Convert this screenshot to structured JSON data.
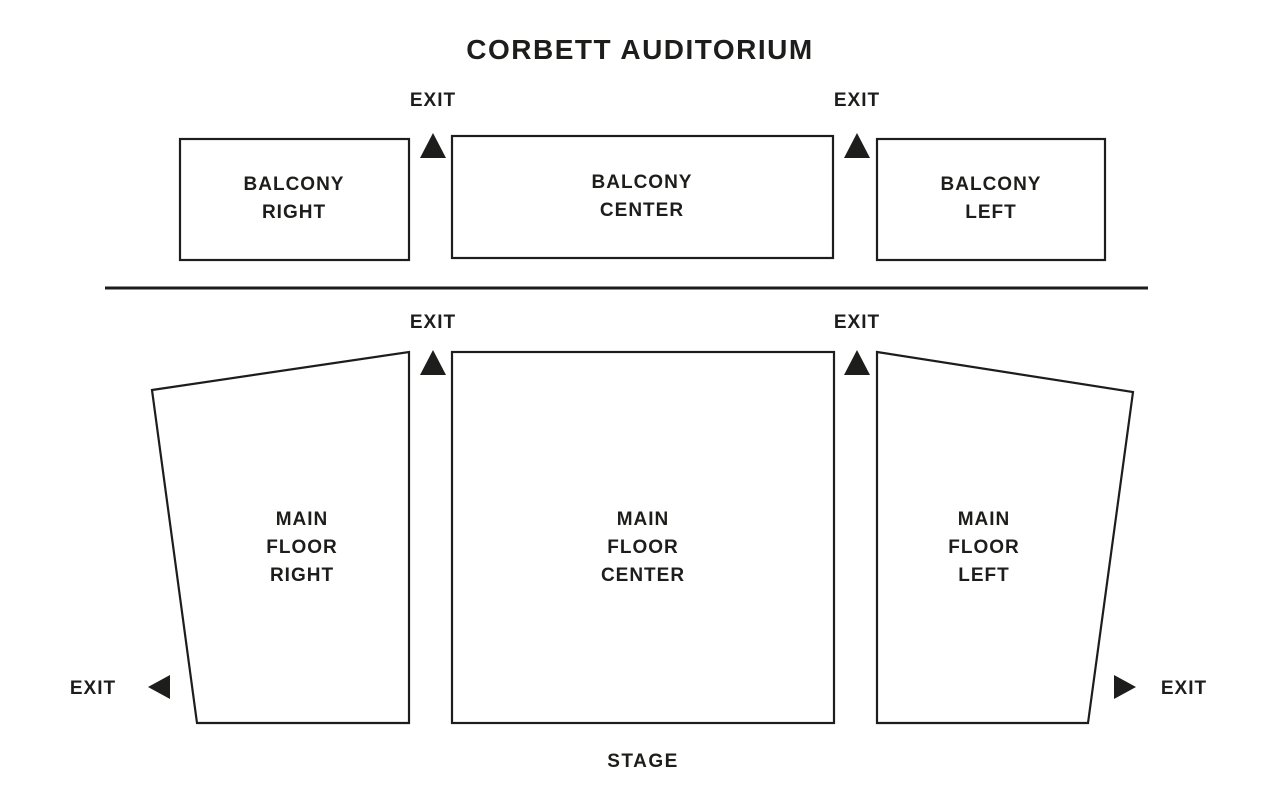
{
  "title": "CORBETT AUDITORIUM",
  "colors": {
    "ink": "#1d1d1b",
    "background": "#ffffff"
  },
  "labels": {
    "exit": "EXIT",
    "stage": "STAGE"
  },
  "sections": {
    "balcony_right": "BALCONY\nRIGHT",
    "balcony_center": "BALCONY\nCENTER",
    "balcony_left": "BALCONY\nLEFT",
    "main_floor_right": "MAIN\nFLOOR\nRIGHT",
    "main_floor_center": "MAIN\nFLOOR\nCENTER",
    "main_floor_left": "MAIN\nFLOOR\nLEFT"
  }
}
